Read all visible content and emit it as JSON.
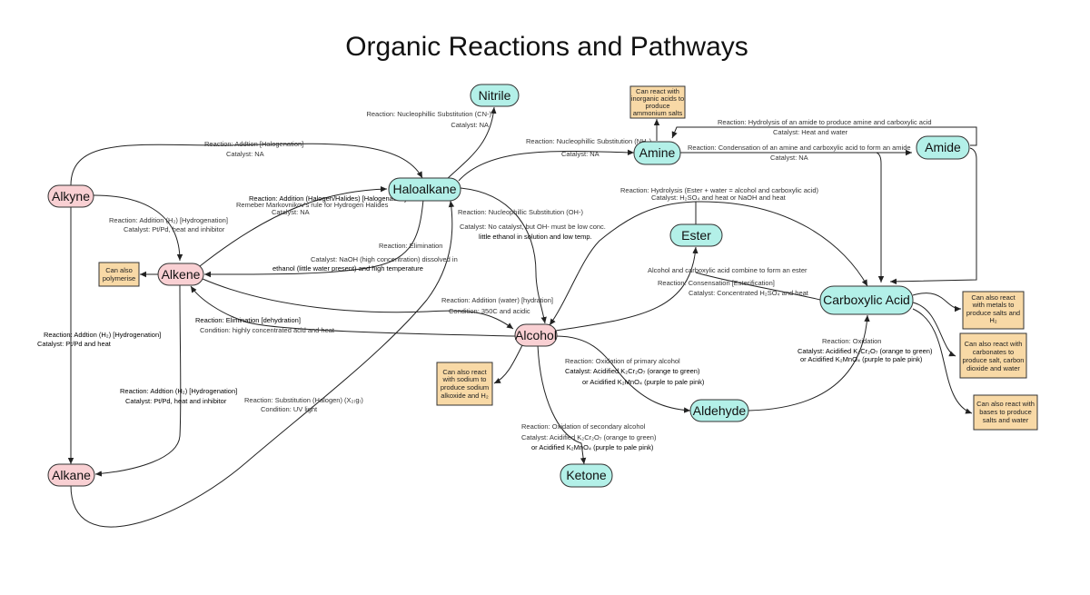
{
  "title": "Organic Reactions and Pathways",
  "colors": {
    "organic_node": "#f9d0d3",
    "functional_node": "#b3f0e8",
    "note": "#f8d9a6",
    "stroke": "#333333"
  },
  "nodes": [
    {
      "id": "nitrile",
      "label": "Nitrile",
      "kind": "functional"
    },
    {
      "id": "haloalkane",
      "label": "Haloalkane",
      "kind": "functional"
    },
    {
      "id": "amine",
      "label": "Amine",
      "kind": "functional"
    },
    {
      "id": "amide",
      "label": "Amide",
      "kind": "functional"
    },
    {
      "id": "ester",
      "label": "Ester",
      "kind": "functional"
    },
    {
      "id": "carboxylic",
      "label": "Carboxylic Acid",
      "kind": "functional"
    },
    {
      "id": "aldehyde",
      "label": "Aldehyde",
      "kind": "functional"
    },
    {
      "id": "ketone",
      "label": "Ketone",
      "kind": "functional"
    },
    {
      "id": "alkyne",
      "label": "Alkyne",
      "kind": "hydrocarbon"
    },
    {
      "id": "alkene",
      "label": "Alkene",
      "kind": "hydrocarbon"
    },
    {
      "id": "alkane",
      "label": "Alkane",
      "kind": "hydrocarbon"
    },
    {
      "id": "alcohol",
      "label": "Alcohol",
      "kind": "hydrocarbon"
    }
  ],
  "notes": [
    {
      "id": "amine-note",
      "lines": [
        "Can react with",
        "inorganic acids to",
        "produce",
        "ammonium salts"
      ]
    },
    {
      "id": "alkene-note",
      "lines": [
        "Can also",
        "polymerise"
      ]
    },
    {
      "id": "alcohol-note",
      "lines": [
        "Can also react",
        "with sodium to",
        "produce sodium",
        "alkoxide and H₂"
      ]
    },
    {
      "id": "acid-note-1",
      "lines": [
        "Can also react",
        "with metals to",
        "produce salts and",
        "H₂"
      ]
    },
    {
      "id": "acid-note-2",
      "lines": [
        "Can also react with",
        "carbonates to",
        "produce salt, carbon",
        "dioxide and water"
      ]
    },
    {
      "id": "acid-note-3",
      "lines": [
        "Can also react with",
        "bases to produce",
        "salts and water"
      ]
    }
  ],
  "labels": [
    {
      "id": "l-cn",
      "text": "Reaction: Nucleophillic Substitution (CN-)"
    },
    {
      "id": "l-cn-cat",
      "text": "Catalyst: NA"
    },
    {
      "id": "l-halogenation",
      "text": "Reaction: Addtion [Halogenation]"
    },
    {
      "id": "l-halogenation-cat",
      "text": "Catalyst: NA"
    },
    {
      "id": "l-nh3",
      "text": "Reaction: Nucleophillic Substitution (NH₃)"
    },
    {
      "id": "l-nh3-cat",
      "text": "Catalyst: NA"
    },
    {
      "id": "l-amide-hyd",
      "text": "Reaction: Hydrolysis of an amide to produce amine and carboxylic acid"
    },
    {
      "id": "l-amide-hyd-cat",
      "text": "Catalyst: Heat and water"
    },
    {
      "id": "l-amide-cond",
      "text": "Reaction: Condensation of an amine and carboxylic acid  to form an amide"
    },
    {
      "id": "l-amide-cond-cat",
      "text": "Catalyst: NA"
    },
    {
      "id": "l-hh",
      "text": "Reaction: Addition (Halogen/Halides) [Halogenation]"
    },
    {
      "id": "l-markov",
      "text": "Remeber Markovnikov's rule for Hydrogen Halides"
    },
    {
      "id": "l-hh-cat",
      "text": "Catalyst: NA"
    },
    {
      "id": "l-oh-sub",
      "text": "Reaction: Nucleophillic Substitution (OH-)"
    },
    {
      "id": "l-oh-cat",
      "text": "Catalyst: No catalyst, but OH- must be low conc."
    },
    {
      "id": "l-oh-cat2",
      "text": "little ethanol in solution and low temp."
    },
    {
      "id": "l-ester-hyd",
      "text": "Reaction: Hydrolysis (Ester + water = alcohol and carboxylic acid)"
    },
    {
      "id": "l-ester-hyd-cat",
      "text": "Catalyst: H₂SO₄ and heat or NaOH and heat"
    },
    {
      "id": "l-yne-ene",
      "text": "Reaction: Addition (H₂) [Hydrogenation]"
    },
    {
      "id": "l-yne-ene-cat",
      "text": "Catalyst: Pt/Pd, heat and inhibitor"
    },
    {
      "id": "l-elim",
      "text": "Reaction: Elimination"
    },
    {
      "id": "l-elim-cat",
      "text": "Catalyst: NaOH (high concentration) dissolved in"
    },
    {
      "id": "l-elim-cat2",
      "text": "ethanol (little water present) and high temperature"
    },
    {
      "id": "l-ester-form",
      "text": "Alcohol and carboxylic acid combine to form an ester"
    },
    {
      "id": "l-esterif",
      "text": "Reaction: Consensation [Esterification]"
    },
    {
      "id": "l-esterif-cat",
      "text": "Catalyst: Concentrated H₂SO₄ and heat"
    },
    {
      "id": "l-hydration",
      "text": "Reaction: Addition (water) [hydration]"
    },
    {
      "id": "l-hydration-cond",
      "text": "Condition: 350C and acidic"
    },
    {
      "id": "l-dehyd",
      "text": "Reaction: Elimination [dehydration]"
    },
    {
      "id": "l-dehyd-cond",
      "text": "Condition: highly concentrated acid and heat"
    },
    {
      "id": "l-yne-ane",
      "text": "Reaction: Addtion (H₂) [Hydrogenation]"
    },
    {
      "id": "l-yne-ane-cat",
      "text": "Catalyst: Pt/Pd and heat"
    },
    {
      "id": "l-ene-ane",
      "text": "Reaction: Addtion (H₂) [Hydrogenation]"
    },
    {
      "id": "l-ene-ane-cat",
      "text": "Catalyst: Pt/Pd, heat and inhibitor"
    },
    {
      "id": "l-sub-hal",
      "text": "Reaction: Substitution (Halogen) (X₂₍g₎)"
    },
    {
      "id": "l-sub-hal-cond",
      "text": "Condition: UV light"
    },
    {
      "id": "l-ox-ald",
      "text": "Reaction: Oxidation of primary alcohol"
    },
    {
      "id": "l-ox-ald-cat",
      "text": "Catalyst: Acidified K₂Cr₂O₇ (orange to green)"
    },
    {
      "id": "l-ox-ald-cat2",
      "text": "or Acidified K₂MnO₄ (purple to pale pink)"
    },
    {
      "id": "l-ox-acid",
      "text": "Reaction: Oxidation"
    },
    {
      "id": "l-ox-acid-cat",
      "text": "Catalyst: Acidified K₂Cr₂O₇ (orange to green)"
    },
    {
      "id": "l-ox-acid-cat2",
      "text": "or Acidified K₂MnO₄ (purple to pale pink)"
    },
    {
      "id": "l-ox-ket",
      "text": "Reaction: Oxidation of secondary alcohol"
    },
    {
      "id": "l-ox-ket-cat",
      "text": "Catalyst: Acidified K₂Cr₂O₇ (orange to green)"
    },
    {
      "id": "l-ox-ket-cat2",
      "text": "or Acidified K₂MnO₄ (purple to pale pink)"
    }
  ]
}
